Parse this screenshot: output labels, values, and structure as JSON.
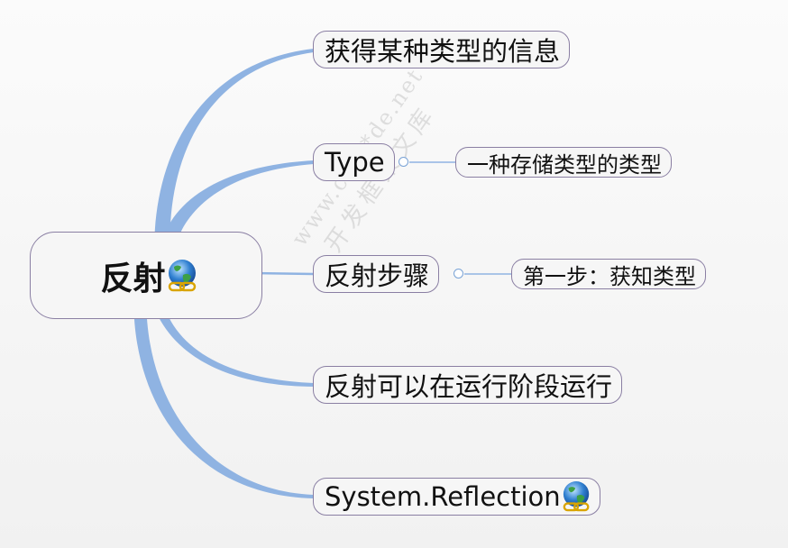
{
  "root": {
    "label": "反射",
    "icon": "globe-link-icon"
  },
  "branches": [
    {
      "id": "info",
      "label": "获得某种类型的信息"
    },
    {
      "id": "type",
      "label": "Type",
      "child": {
        "label": "一种存储类型的类型"
      }
    },
    {
      "id": "steps",
      "label": "反射步骤",
      "child": {
        "label": "第一步：获知类型"
      }
    },
    {
      "id": "runtime",
      "label": "反射可以在运行阶段运行"
    },
    {
      "id": "system",
      "label": "System.Reflection",
      "icon": "globe-link-icon"
    }
  ],
  "watermark": {
    "line1": "www.cr***de.net",
    "line2": "开发框架文库"
  },
  "colors": {
    "connector": "#8fb3e2",
    "node_border": "#8a7fa3",
    "node_fill": "#f6f6f6",
    "collapse_ring": "#7aa3d6"
  }
}
